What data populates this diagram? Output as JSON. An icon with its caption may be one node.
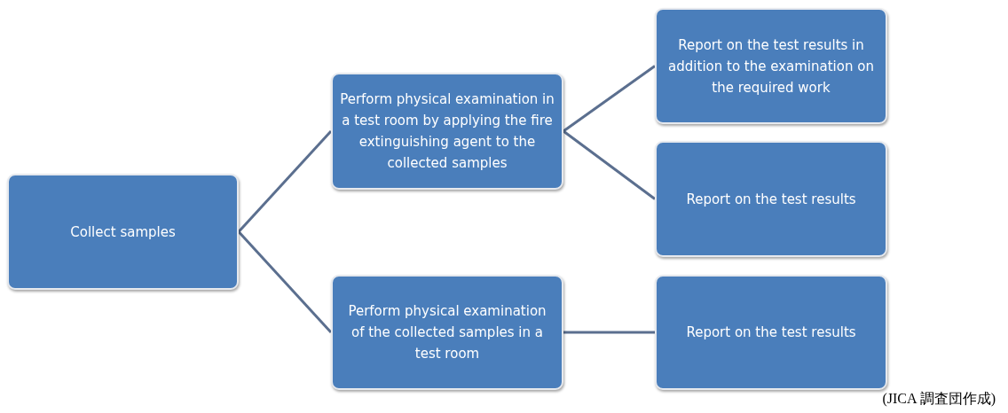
{
  "diagram": {
    "nodes": [
      {
        "text": [
          "Collect samples"
        ]
      },
      {
        "text": [
          "Perform physical examination in a test room by applying the fire extinguishing agent to the collected samples"
        ]
      },
      {
        "text": [
          "Report on the test results in addition to the examination on the required work"
        ]
      },
      {
        "text": [
          "Report on the test results"
        ]
      },
      {
        "text": [
          "Perform physical examination of the collected samples in a test room"
        ]
      },
      {
        "text": [
          "Report on the test results"
        ]
      }
    ],
    "edges": [
      {
        "from": 0,
        "to": 1,
        "arrow": "none"
      },
      {
        "from": 0,
        "to": 4,
        "arrow": "none"
      },
      {
        "from": 1,
        "to": 2,
        "arrow": "none"
      },
      {
        "from": 1,
        "to": 3,
        "arrow": "none"
      },
      {
        "from": 4,
        "to": 5,
        "arrow": "none"
      }
    ],
    "labels": [
      "(JICA 調査団作成)"
    ]
  }
}
